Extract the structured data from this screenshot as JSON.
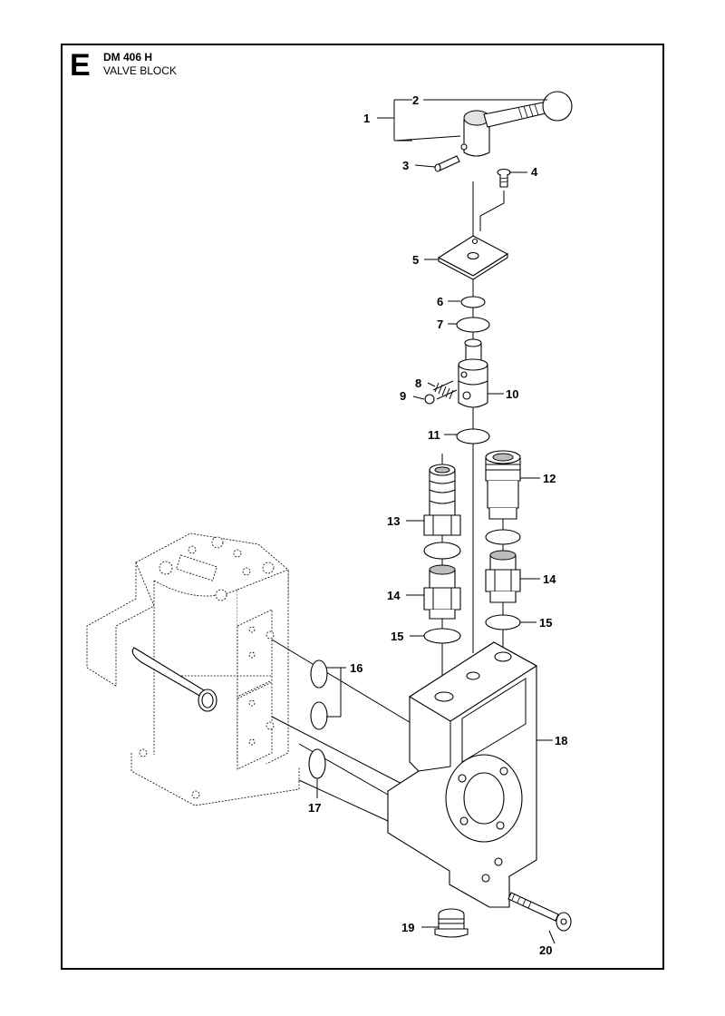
{
  "header": {
    "section_letter": "E",
    "model": "DM 406 H",
    "subtitle": "VALVE BLOCK"
  },
  "callouts": [
    "1",
    "2",
    "3",
    "4",
    "5",
    "6",
    "7",
    "8",
    "9",
    "10",
    "11",
    "12",
    "13",
    "14",
    "14",
    "15",
    "15",
    "16",
    "17",
    "18",
    "19",
    "20"
  ]
}
